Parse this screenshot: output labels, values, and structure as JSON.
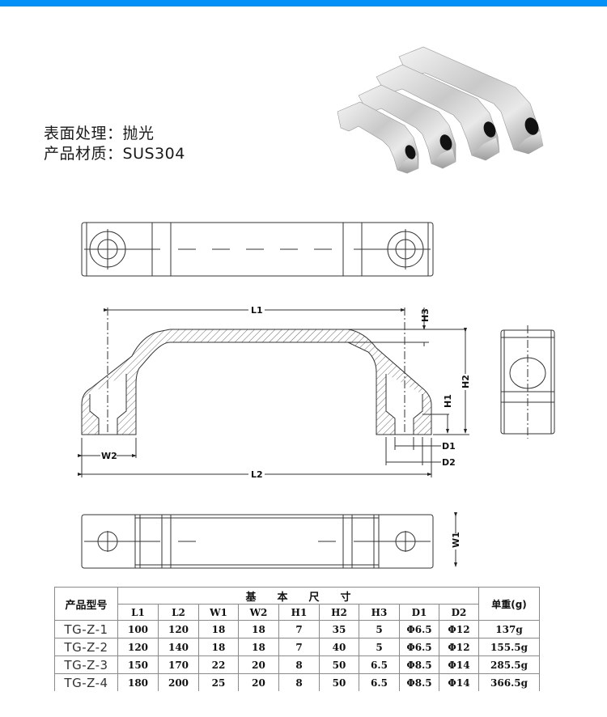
{
  "header": {
    "accent_color": "#0390f7"
  },
  "specs": [
    {
      "label": "表面处理：",
      "value": "抛光"
    },
    {
      "label": "产品材质：",
      "value": "SUS304"
    }
  ],
  "photo": {
    "subject": "four polished stainless steel handles",
    "icon": "handle-photo"
  },
  "drawing": {
    "labels": {
      "L1": "L1",
      "L2": "L2",
      "W1": "W1",
      "W2": "W2",
      "H1": "H1",
      "H2": "H2",
      "H3": "H3",
      "D1": "D1",
      "D2": "D2"
    }
  },
  "table": {
    "model_header": "产品型号",
    "group_header": "基　　本　　尺　　寸",
    "weight_header": "单重(g)",
    "columns": [
      "L1",
      "L2",
      "W1",
      "W2",
      "H1",
      "H2",
      "H3",
      "D1",
      "D2"
    ],
    "rows": [
      {
        "model": "TG-Z-1",
        "values": [
          "100",
          "120",
          "18",
          "18",
          "7",
          "35",
          "5",
          "Φ6.5",
          "Φ12"
        ],
        "weight": "137g"
      },
      {
        "model": "TG-Z-2",
        "values": [
          "120",
          "140",
          "18",
          "18",
          "7",
          "40",
          "5",
          "Φ6.5",
          "Φ12"
        ],
        "weight": "155.5g"
      },
      {
        "model": "TG-Z-3",
        "values": [
          "150",
          "170",
          "22",
          "20",
          "8",
          "50",
          "6.5",
          "Φ8.5",
          "Φ14"
        ],
        "weight": "285.5g"
      },
      {
        "model": "TG-Z-4",
        "values": [
          "180",
          "200",
          "25",
          "20",
          "8",
          "50",
          "6.5",
          "Φ8.5",
          "Φ14"
        ],
        "weight": "366.5g"
      }
    ]
  }
}
